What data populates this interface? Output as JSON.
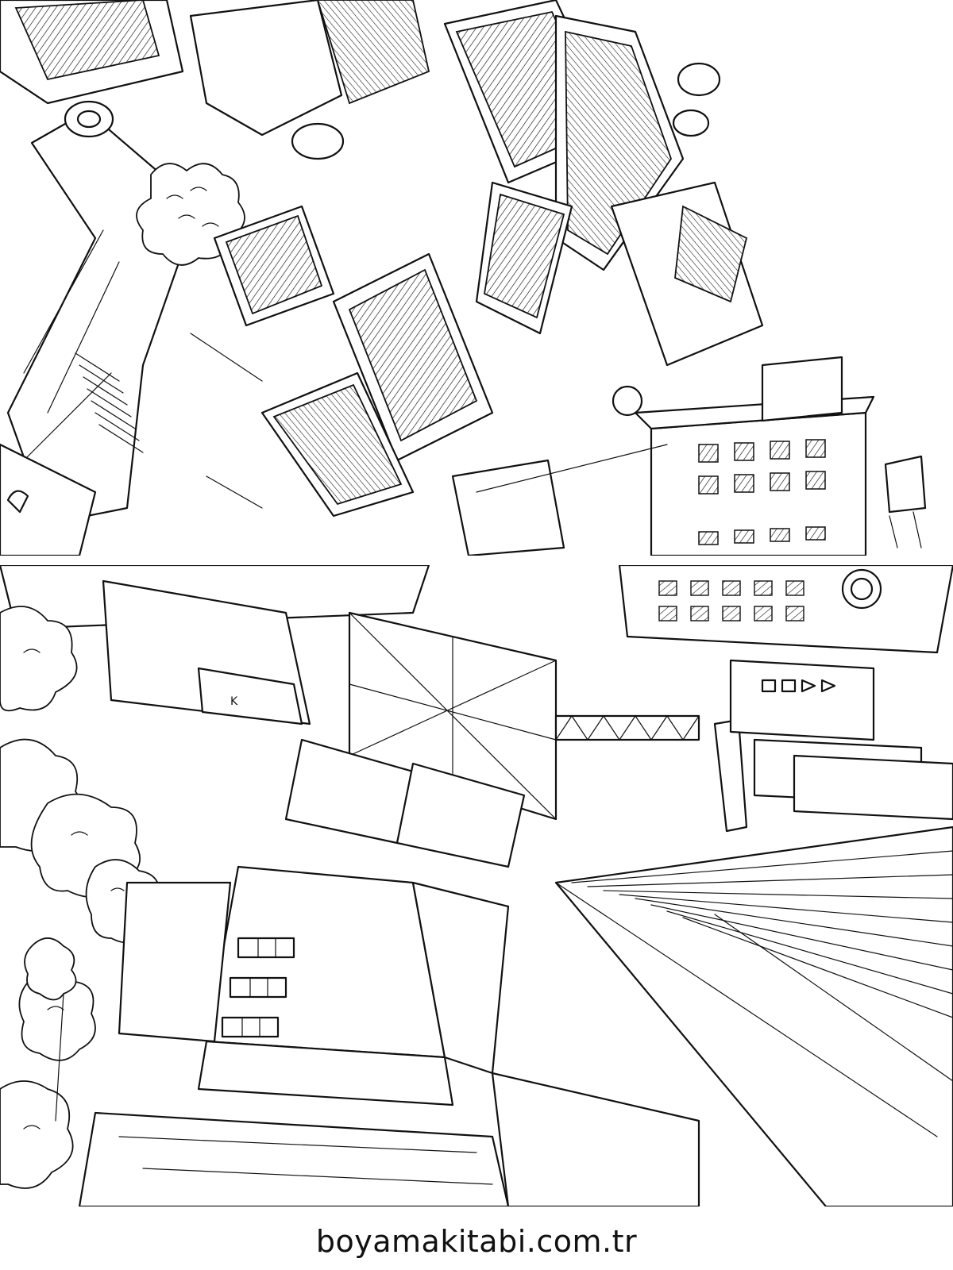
{
  "artwork": {
    "top_panel": "sketch-top",
    "bottom_panel": "sketch-bottom"
  },
  "watermark": {
    "text": "boyamakitabi.com.tr"
  },
  "colors": {
    "ink": "#111111",
    "paper": "#ffffff"
  }
}
